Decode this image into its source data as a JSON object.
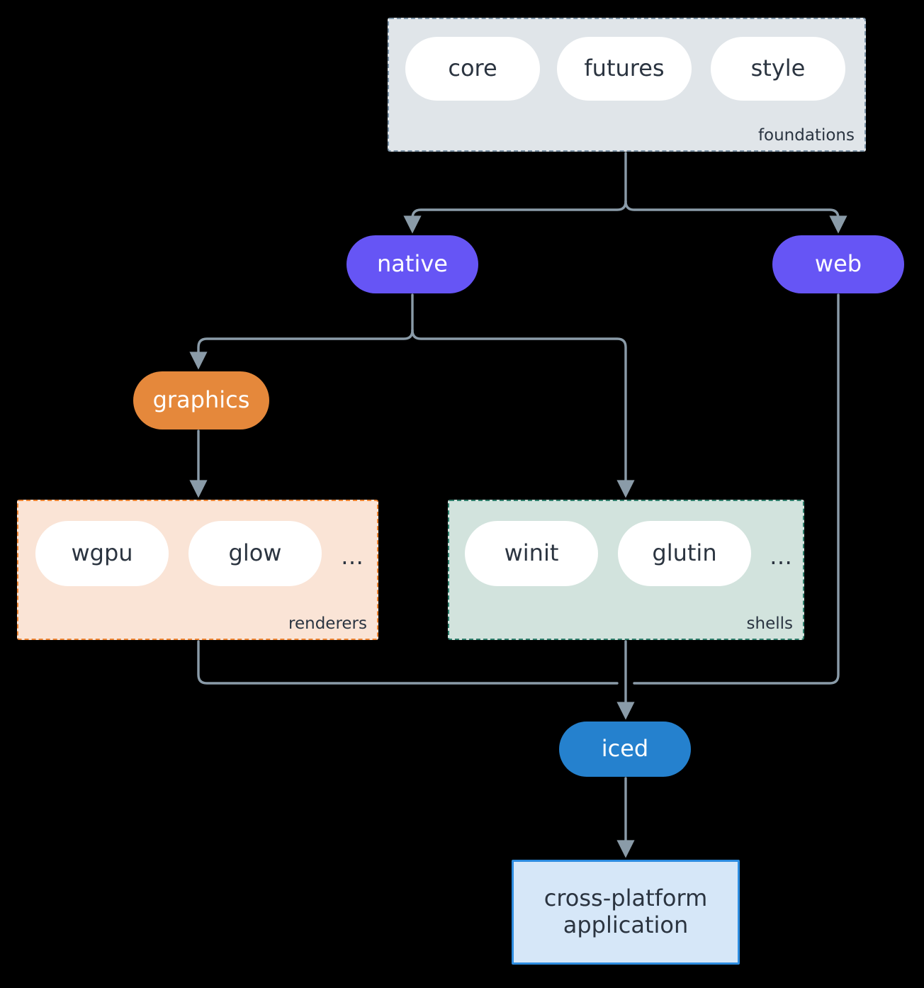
{
  "diagram": {
    "type": "architecture-layer-diagram",
    "background": "#000000",
    "edge_color": "#8a9ba8",
    "text_dark": "#2b3440",
    "text_light": "#ffffff"
  },
  "clusters": [
    {
      "id": "foundations",
      "label": "foundations",
      "fill": "#e0e5e9",
      "border": "#7e95a8",
      "border_style": "dashed",
      "members": [
        "core",
        "futures",
        "style"
      ]
    },
    {
      "id": "renderers",
      "label": "renderers",
      "fill": "#fae4d6",
      "border": "#ef8533",
      "border_style": "dashed",
      "members": [
        "wgpu",
        "glow",
        "…"
      ]
    },
    {
      "id": "shells",
      "label": "shells",
      "fill": "#d2e3dd",
      "border": "#2f7f6c",
      "border_style": "dashed",
      "members": [
        "winit",
        "glutin",
        "…"
      ]
    }
  ],
  "nodes": {
    "core": {
      "label": "core",
      "fill": "#ffffff",
      "shape": "pill"
    },
    "futures": {
      "label": "futures",
      "fill": "#ffffff",
      "shape": "pill"
    },
    "style": {
      "label": "style",
      "fill": "#ffffff",
      "shape": "pill"
    },
    "native": {
      "label": "native",
      "fill": "#6655f5",
      "shape": "pill"
    },
    "web": {
      "label": "web",
      "fill": "#6655f5",
      "shape": "pill"
    },
    "graphics": {
      "label": "graphics",
      "fill": "#e5883b",
      "shape": "pill"
    },
    "wgpu": {
      "label": "wgpu",
      "fill": "#ffffff",
      "shape": "pill"
    },
    "glow": {
      "label": "glow",
      "fill": "#ffffff",
      "shape": "pill"
    },
    "winit": {
      "label": "winit",
      "fill": "#ffffff",
      "shape": "pill"
    },
    "glutin": {
      "label": "glutin",
      "fill": "#ffffff",
      "shape": "pill"
    },
    "iced": {
      "label": "iced",
      "fill": "#2581ce",
      "shape": "pill"
    },
    "application": {
      "label_line_1": "cross-platform",
      "label_line_2": "application",
      "fill": "#d6e7f8",
      "border": "#2d8ce0",
      "shape": "rectangle"
    }
  },
  "ellipsis": {
    "renderers_more": "…",
    "shells_more": "…"
  },
  "edges": [
    {
      "from": "foundations",
      "to": "native",
      "arrow": true
    },
    {
      "from": "foundations",
      "to": "web",
      "arrow": true
    },
    {
      "from": "native",
      "to": "graphics",
      "arrow": true
    },
    {
      "from": "native",
      "to": "shells",
      "arrow": true
    },
    {
      "from": "graphics",
      "to": "renderers",
      "arrow": true
    },
    {
      "from": "renderers",
      "to": "iced",
      "arrow": true
    },
    {
      "from": "shells",
      "to": "iced",
      "arrow": true
    },
    {
      "from": "web",
      "to": "iced",
      "arrow": true
    },
    {
      "from": "iced",
      "to": "application",
      "arrow": true
    }
  ]
}
